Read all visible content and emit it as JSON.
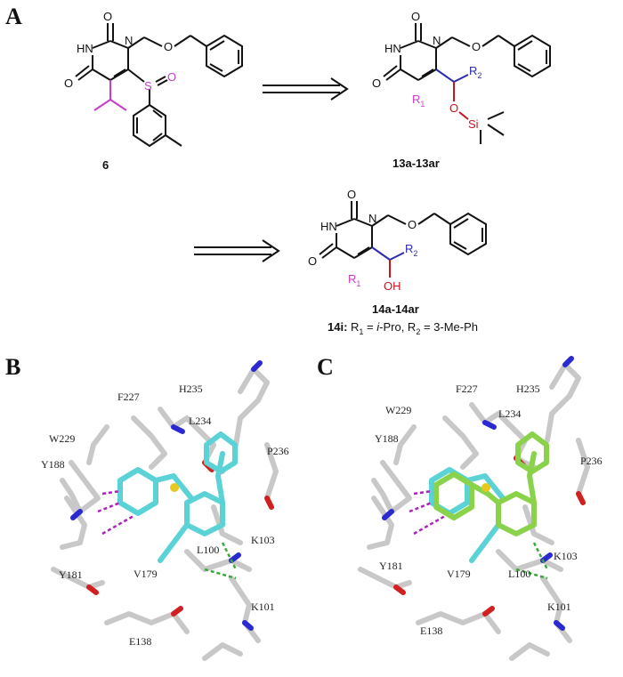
{
  "panels": {
    "a": "A",
    "b": "B",
    "c": "C"
  },
  "compound6": {
    "id": "6",
    "atoms": {
      "o_top": "O",
      "nh": "HN",
      "n": "N",
      "o_left": "O",
      "o_ether": "O",
      "s": "S",
      "o_s": "O"
    }
  },
  "compound13": {
    "id": "13a-13ar",
    "atoms": {
      "o_top": "O",
      "nh": "HN",
      "n": "N",
      "o_left": "O",
      "o_ether": "O",
      "r1": "R",
      "r1_sub": "1",
      "r2": "R",
      "r2_sub": "2",
      "o_si": "O",
      "si": "Si"
    }
  },
  "compound14": {
    "id": "14a-14ar",
    "atoms": {
      "o_top": "O",
      "nh": "HN",
      "n": "N",
      "o_left": "O",
      "o_ether": "O",
      "r1": "R",
      "r1_sub": "1",
      "r2": "R",
      "r2_sub": "2",
      "oh": "OH"
    },
    "note": {
      "bold": "14i:",
      "r1": " R",
      "r1_sub": "1",
      "eq1": " = ",
      "ipro": "i",
      "ipro_rest": "-Pro, R",
      "r2_sub": "2",
      "eq2": " = 3-Me-Ph"
    }
  },
  "residues_b": [
    "F227",
    "H235",
    "L234",
    "W229",
    "P236",
    "Y188",
    "Y181",
    "V179",
    "L100",
    "K103",
    "K101",
    "E138"
  ],
  "residues_c": [
    "F227",
    "H235",
    "W229",
    "L234",
    "Y188",
    "P236",
    "Y181",
    "V179",
    "L100",
    "K103",
    "K101",
    "E138"
  ],
  "colors": {
    "magenta": "#c83cc8",
    "blue": "#2a2ab0",
    "red": "#c8141e",
    "cyan": "#5ad2d6",
    "green": "#8ad24a",
    "grey": "#c8c8c8",
    "yellow": "#e6c81e",
    "nitrogen": "#2a2ad0",
    "oxygen": "#d02020"
  }
}
